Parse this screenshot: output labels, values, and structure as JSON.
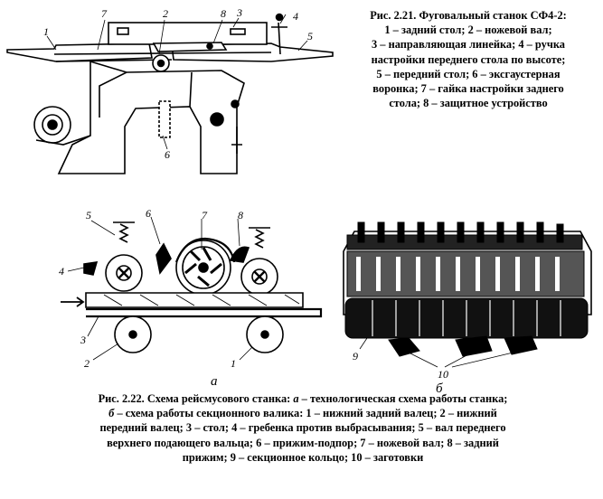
{
  "figure1": {
    "caption_lines": [
      "Рис. 2.21. Фуговальный станок СФ4-2:",
      "1 – задний стол; 2 – ножевой вал;",
      "3 – направляющая линейка; 4 – ручка",
      "настройки переднего стола по высоте;",
      "5 – передний стол; 6 – эксгаустерная",
      "воронка; 7 – гайка настройки заднего",
      "стола; 8 – защитное устройство"
    ],
    "labels": [
      "1",
      "7",
      "2",
      "8",
      "3",
      "4",
      "5",
      "6"
    ]
  },
  "figure2": {
    "labels_a": [
      "5",
      "6",
      "7",
      "8",
      "4",
      "3",
      "2",
      "1"
    ],
    "labels_b": [
      "9",
      "10"
    ],
    "sub_a": "а",
    "sub_b": "б",
    "caption_lines": [
      {
        "pre": "Рис. 2.22. Схема рейсмусового станка: ",
        "it": "а",
        "post": " – технологическая схема работы станка;"
      },
      {
        "pre": "",
        "it": "б",
        "post": " – схема работы секционного валика: 1 – нижний задний валец; 2 – нижний"
      },
      {
        "pre": "передний валец; 3 – стол; 4 – гребенка против выбрасывания; 5 – вал переднего",
        "it": "",
        "post": ""
      },
      {
        "pre": "верхнего подающего вальца; 6 – прижим-подпор; 7 – ножевой вал; 8 – задний",
        "it": "",
        "post": ""
      },
      {
        "pre": "прижим; 9 – секционное кольцо; 10 – заготовки",
        "it": "",
        "post": ""
      }
    ]
  }
}
